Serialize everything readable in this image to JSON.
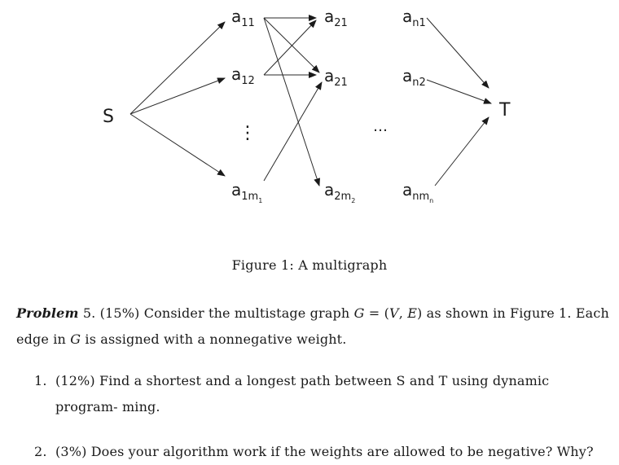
{
  "figure": {
    "nodes": {
      "S": "S",
      "T": "T",
      "a11": {
        "base": "a",
        "sub": "11"
      },
      "a12": {
        "base": "a",
        "sub": "12"
      },
      "a1m": {
        "base": "a",
        "sub": "1m",
        "subsub": "1"
      },
      "a21_top": {
        "base": "a",
        "sub": "21"
      },
      "a21_mid": {
        "base": "a",
        "sub": "21"
      },
      "a2m": {
        "base": "a",
        "sub": "2m",
        "subsub": "2"
      },
      "an1": {
        "base": "a",
        "sub": "n1"
      },
      "an2": {
        "base": "a",
        "sub": "n2"
      },
      "anm": {
        "base": "a",
        "sub": "nm",
        "subsub": "n"
      }
    },
    "vdots": "⋮",
    "hdots": "…",
    "caption": "Figure 1:  A multigraph"
  },
  "problem": {
    "label": "Problem",
    "number": "5.",
    "weight": "(15%)",
    "text_1": "Consider the multistage graph",
    "math_G": "G",
    "eq": " = (",
    "math_V": "V",
    "comma": ", ",
    "math_E": "E",
    "text_2": ") as shown in Figure 1.  Each edge in",
    "math_G2": "G",
    "text_3": "is assigned with a nonnegative weight."
  },
  "items": [
    {
      "number": "1.",
      "text_a": "(12%) Find a shortest and a longest path between",
      "math_S": "S",
      "and": "and",
      "math_T": "T",
      "text_b": "using dynamic program-",
      "text_c": "ming."
    },
    {
      "number": "2.",
      "text": "(3%) Does your algorithm work if the weights are allowed to be negative?  Why?"
    }
  ]
}
